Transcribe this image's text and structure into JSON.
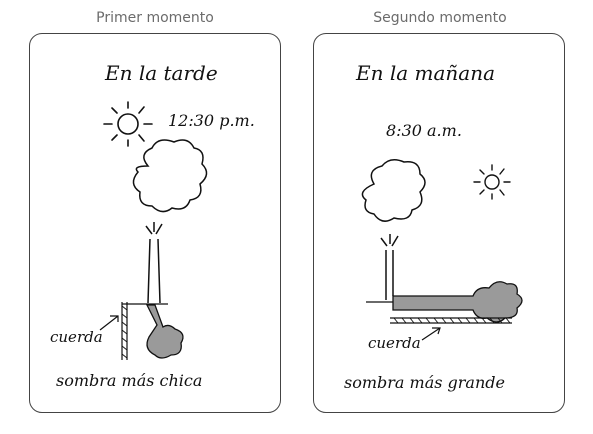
{
  "panels": [
    {
      "heading": "Primer momento",
      "time_of_day": "En la tarde",
      "clock": "12:30 p.m.",
      "rope_label": "cuerda",
      "shadow_caption": "sombra más chica"
    },
    {
      "heading": "Segundo momento",
      "time_of_day": "En la mañana",
      "clock": "8:30 a.m.",
      "rope_label": "cuerda",
      "shadow_caption": "sombra más grande"
    }
  ],
  "colors": {
    "ink": "#111111",
    "shadow": "#9a9a9a",
    "frame": "#444444",
    "heading": "#6b6b6b"
  }
}
